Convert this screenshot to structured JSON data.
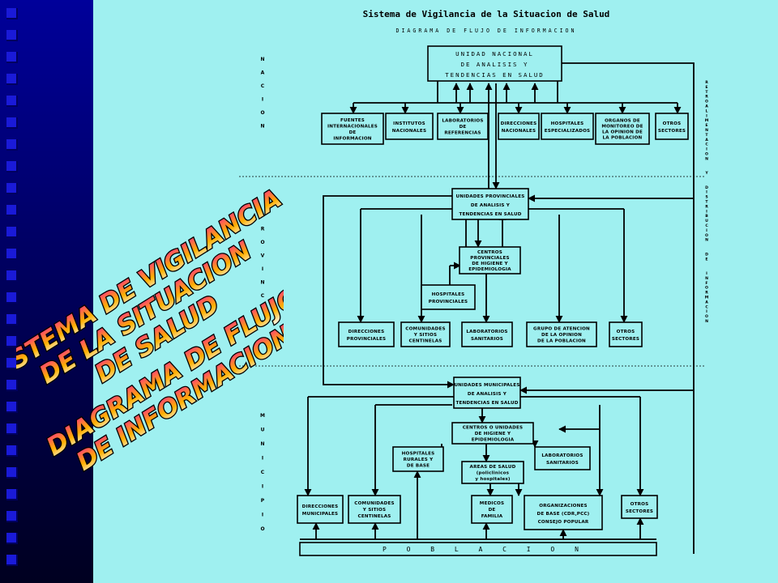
{
  "diagram": {
    "title": "Sistema de Vigilancia de la Situacion de Salud",
    "subtitle": "DIAGRAMA DE FLUJO DE INFORMACION",
    "levels": {
      "nacion": "NACION",
      "provincia": "PROVINCIA",
      "municipio": "MUNICIPIO"
    },
    "side_label": "RETROALIMENTACION Y DISTRIBUCION DE INFORMACION",
    "nacional": {
      "unidad": [
        "UNIDAD NACIONAL",
        "DE ANALISIS Y",
        "TENDENCIAS EN SALUD"
      ],
      "fuentes": [
        "FUENTES",
        "INTERNACIONALES",
        "DE",
        "INFORMACION"
      ],
      "institutos": [
        "INSTITUTOS",
        "NACIONALES"
      ],
      "laboratorios": [
        "LABORATORIOS",
        "DE",
        "REFERENCIAS"
      ],
      "direcciones": [
        "DIRECCIONES",
        "NACIONALES"
      ],
      "hospitales": [
        "HOSPITALES",
        "ESPECIALIZADOS"
      ],
      "organos": [
        "ORGANOS DE",
        "MONITOREO DE",
        "LA OPINION DE",
        "LA POBLACION"
      ],
      "otros": [
        "OTROS",
        "SECTORES"
      ]
    },
    "provincial": {
      "unidades": [
        "UNIDADES PROVINCIALES",
        "DE ANALISIS Y",
        "TENDENCIAS EN SALUD"
      ],
      "centros": [
        "CENTROS",
        "PROVINCIALES",
        "DE HIGIENE Y",
        "EPIDEMIOLOGIA"
      ],
      "hospitales": [
        "HOSPITALES",
        "PROVINCIALES"
      ],
      "direcciones": [
        "DIRECCIONES",
        "PROVINCIALES"
      ],
      "comunidades": [
        "COMUNIDADES",
        "Y SITIOS",
        "CENTINELAS"
      ],
      "laboratorios": [
        "LABORATORIOS",
        "SANITARIOS"
      ],
      "grupo": [
        "GRUPO DE ATENCION",
        "DE LA OPINION",
        "DE LA POBLACION"
      ],
      "otros": [
        "OTROS",
        "SECTORES"
      ]
    },
    "municipal": {
      "unidades": [
        "UNIDADES MUNICIPALES",
        "DE ANALISIS Y",
        "TENDENCIAS EN SALUD"
      ],
      "centros": [
        "CENTROS O UNIDADES",
        "DE HIGIENE Y",
        "EPIDEMIOLOGIA"
      ],
      "hospitales": [
        "HOSPITALES",
        "RURALES Y",
        "DE BASE"
      ],
      "laboratorios": [
        "LABORATORIOS",
        "SANITARIOS"
      ],
      "areas": [
        "AREAS DE SALUD",
        "(policlinicos",
        "y hospitales)"
      ],
      "direcciones": [
        "DIRECCIONES",
        "MUNICIPALES"
      ],
      "comunidades": [
        "COMUNIDADES",
        "Y SITIOS",
        "CENTINELAS"
      ],
      "medicos": [
        "MEDICOS",
        "DE",
        "FAMILIA"
      ],
      "organizaciones": [
        "ORGANIZACIONES",
        "DE BASE (CDR,PCC)",
        "CONSEJO POPULAR"
      ],
      "otros": [
        "OTROS",
        "SECTORES"
      ]
    },
    "poblacion": "P O B L A C I O N"
  },
  "overlay": {
    "lines": [
      "SISTEMA DE VIGILANCIA",
      "DE LA SITUACION",
      "DE SALUD",
      "DIAGRAMA DE FLUJO",
      "DE INFORMACION"
    ],
    "colors": {
      "top": "#ff2a8a",
      "mid": "#ffb000",
      "bottom": "#ffffff",
      "stroke": "#000000"
    }
  },
  "colors": {
    "background": "#9ff0f0",
    "band": "#000060",
    "squares": "#1a1ad8"
  }
}
